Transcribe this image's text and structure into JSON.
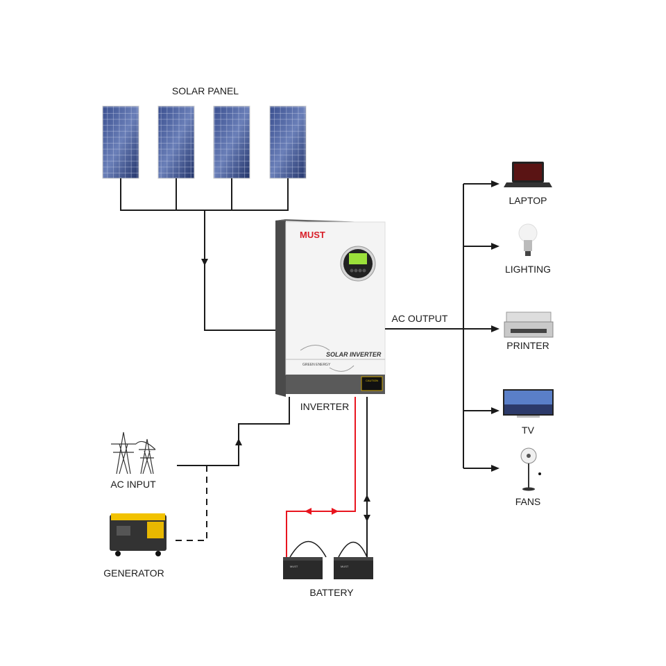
{
  "labels": {
    "solar_panel": "SOLAR PANEL",
    "inverter": "INVERTER",
    "ac_output": "AC OUTPUT",
    "ac_input": "AC INPUT",
    "generator": "GENERATOR",
    "battery": "BATTERY",
    "laptop": "LAPTOP",
    "lighting": "LIGHTING",
    "printer": "PRINTER",
    "tv": "TV",
    "fans": "FANS"
  },
  "inverter_device": {
    "brand": "MUST",
    "product": "SOLAR INVERTER",
    "tagline": "GREEN ENERGY",
    "caution": "CAUTION"
  },
  "colors": {
    "line": "#1a1a1a",
    "battery_positive": "#e8141e",
    "brand": "#d81e28",
    "lcd": "#9be03a",
    "panel": "#2c3f7a"
  }
}
